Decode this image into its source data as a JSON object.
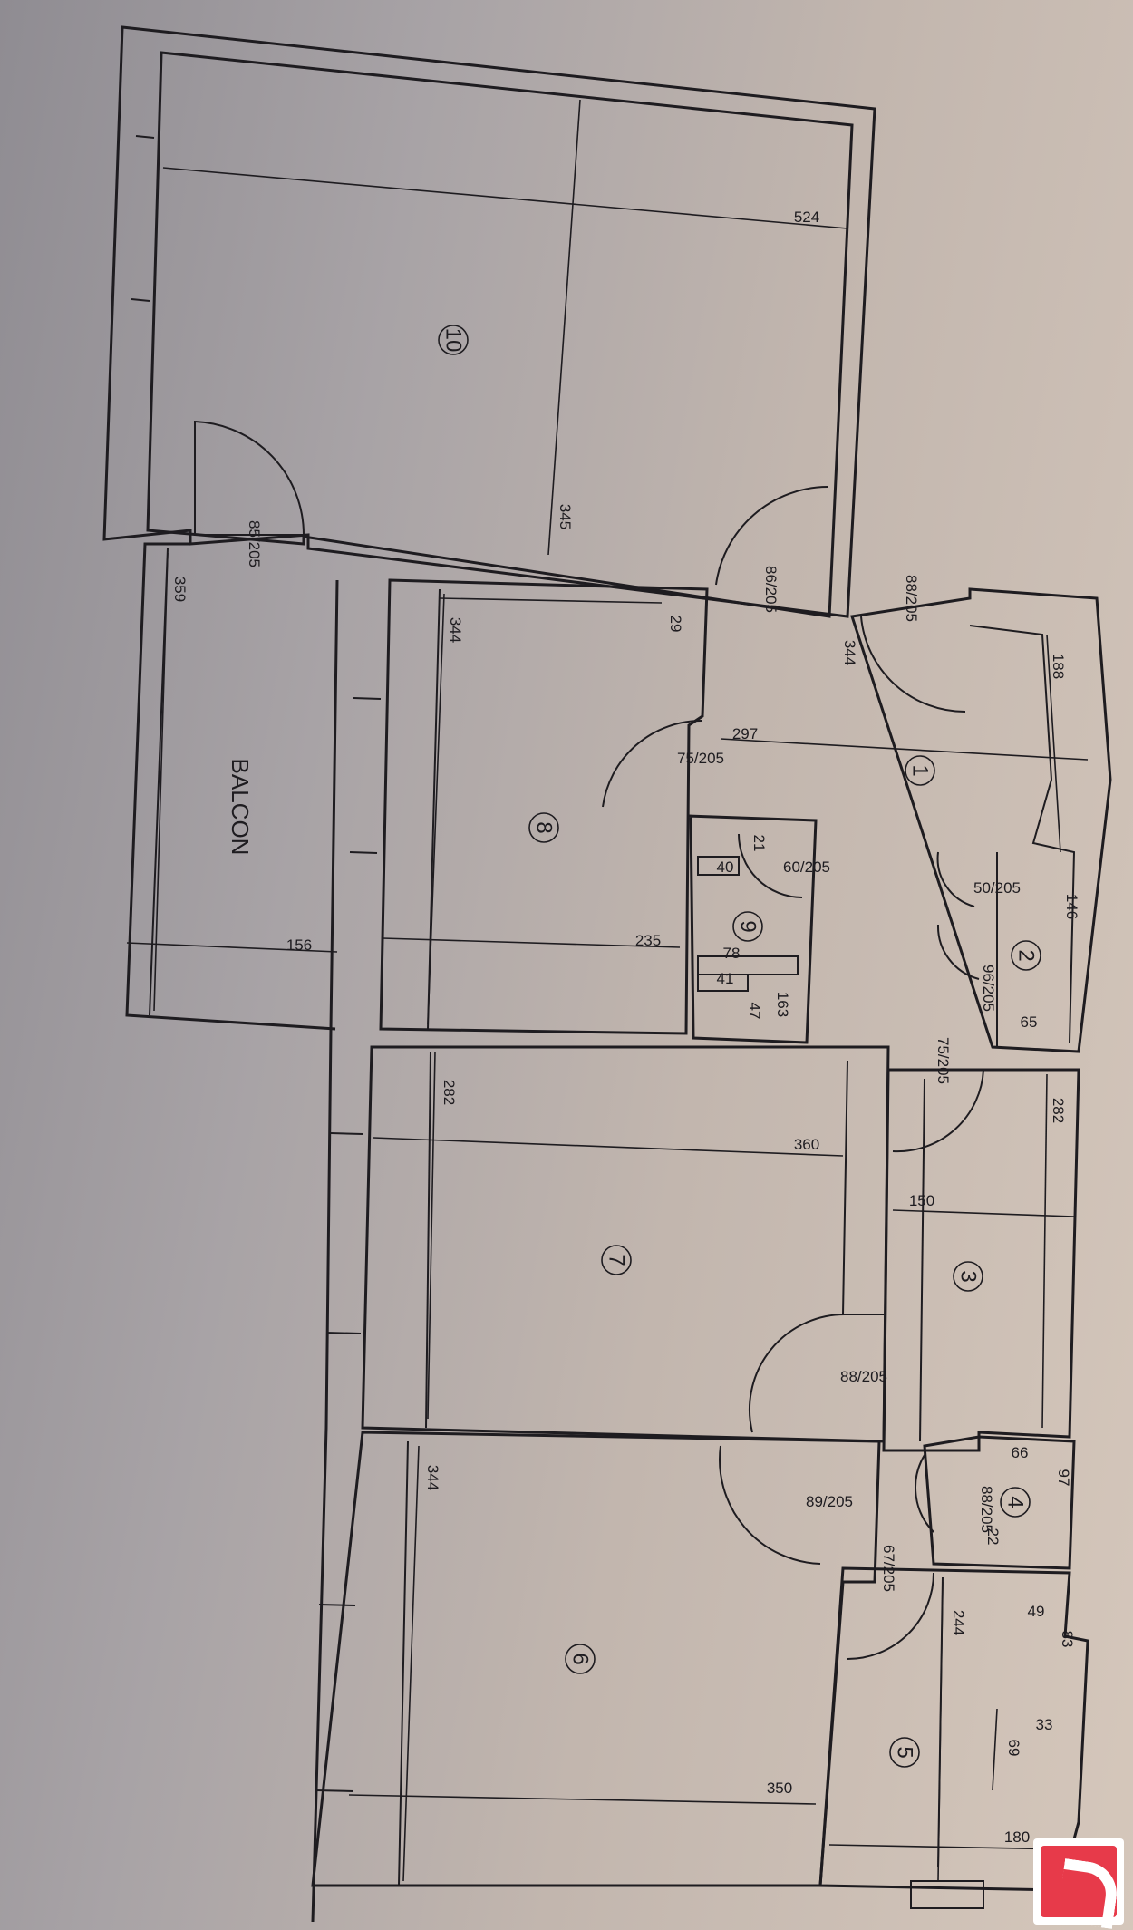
{
  "rooms": {
    "r10": "10",
    "r8": "8",
    "r9": "9",
    "r1": "1",
    "r2": "2",
    "r7": "7",
    "r3": "3",
    "r4": "4",
    "r6": "6",
    "r5": "5",
    "balcon": "BALCON"
  },
  "doors": {
    "d85": "85/205",
    "d86": "86/205",
    "d88a": "88/205",
    "d75a": "75/205",
    "d60": "60/205",
    "d50": "50/205",
    "d96": "96/205",
    "d75b": "75/205",
    "d88b": "88/205",
    "d89": "89/205",
    "d88c": "88/205",
    "d67": "67/205"
  },
  "dims": {
    "v524": "524",
    "v345": "345",
    "v359": "359",
    "v344a": "344",
    "v344b": "344",
    "v29": "29",
    "v297": "297",
    "v188": "188",
    "v21": "21",
    "v40": "40",
    "v146": "146",
    "v78": "78",
    "v41": "41",
    "v163": "163",
    "v47": "47",
    "v65": "65",
    "v156": "156",
    "v235": "235",
    "v282a": "282",
    "v282b": "282",
    "v360": "360",
    "v150": "150",
    "v66": "66",
    "v97": "97",
    "v22": "22",
    "v344c": "344",
    "v49": "49",
    "v244": "244",
    "v83": "83",
    "v33": "33",
    "v69": "69",
    "v350": "350",
    "v180": "180"
  },
  "colors": {
    "paper_dark": "#8f8c92",
    "paper_light": "#d5c7bb",
    "ink": "#1e1c20",
    "logo_red": "#e73a4a"
  },
  "icons": {
    "logo": "brand-logo-icon"
  }
}
